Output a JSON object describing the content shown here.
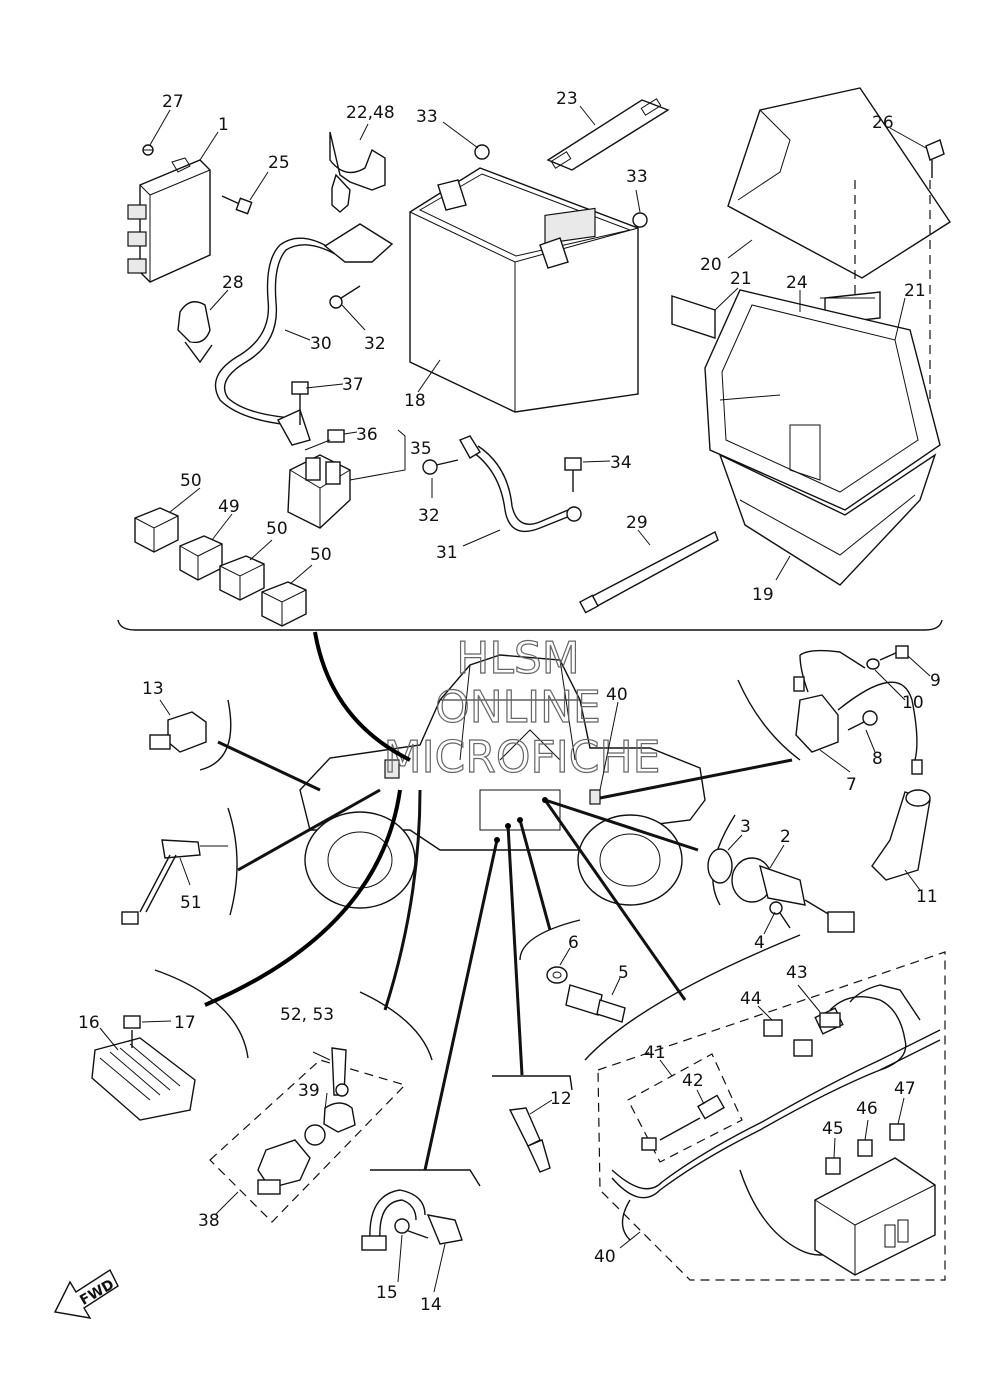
{
  "watermark": [
    "HLSM",
    "ONLINE",
    "MICROFICHE"
  ],
  "fwd_label": "FWD",
  "labels": [
    {
      "id": "1",
      "text": "1"
    },
    {
      "id": "2",
      "text": "2"
    },
    {
      "id": "3",
      "text": "3"
    },
    {
      "id": "4",
      "text": "4"
    },
    {
      "id": "5",
      "text": "5"
    },
    {
      "id": "6",
      "text": "6"
    },
    {
      "id": "7",
      "text": "7"
    },
    {
      "id": "8",
      "text": "8"
    },
    {
      "id": "9",
      "text": "9"
    },
    {
      "id": "10",
      "text": "10"
    },
    {
      "id": "11",
      "text": "11"
    },
    {
      "id": "12",
      "text": "12"
    },
    {
      "id": "13",
      "text": "13"
    },
    {
      "id": "14",
      "text": "14"
    },
    {
      "id": "15",
      "text": "15"
    },
    {
      "id": "16",
      "text": "16"
    },
    {
      "id": "17",
      "text": "17"
    },
    {
      "id": "18",
      "text": "18"
    },
    {
      "id": "19",
      "text": "19"
    },
    {
      "id": "20",
      "text": "20"
    },
    {
      "id": "21a",
      "text": "21"
    },
    {
      "id": "21b",
      "text": "21"
    },
    {
      "id": "22_48",
      "text": "22,48"
    },
    {
      "id": "23",
      "text": "23"
    },
    {
      "id": "24",
      "text": "24"
    },
    {
      "id": "25",
      "text": "25"
    },
    {
      "id": "26",
      "text": "26"
    },
    {
      "id": "27",
      "text": "27"
    },
    {
      "id": "28",
      "text": "28"
    },
    {
      "id": "29",
      "text": "29"
    },
    {
      "id": "30",
      "text": "30"
    },
    {
      "id": "31",
      "text": "31"
    },
    {
      "id": "32a",
      "text": "32"
    },
    {
      "id": "32b",
      "text": "32"
    },
    {
      "id": "33a",
      "text": "33"
    },
    {
      "id": "33b",
      "text": "33"
    },
    {
      "id": "34",
      "text": "34"
    },
    {
      "id": "35",
      "text": "35"
    },
    {
      "id": "36",
      "text": "36"
    },
    {
      "id": "37",
      "text": "37"
    },
    {
      "id": "38",
      "text": "38"
    },
    {
      "id": "39",
      "text": "39"
    },
    {
      "id": "40a",
      "text": "40"
    },
    {
      "id": "40b",
      "text": "40"
    },
    {
      "id": "41",
      "text": "41"
    },
    {
      "id": "42",
      "text": "42"
    },
    {
      "id": "43",
      "text": "43"
    },
    {
      "id": "44",
      "text": "44"
    },
    {
      "id": "45",
      "text": "45"
    },
    {
      "id": "46",
      "text": "46"
    },
    {
      "id": "47",
      "text": "47"
    },
    {
      "id": "49",
      "text": "49"
    },
    {
      "id": "50a",
      "text": "50"
    },
    {
      "id": "50b",
      "text": "50"
    },
    {
      "id": "50c",
      "text": "50"
    },
    {
      "id": "51",
      "text": "51"
    },
    {
      "id": "52_53",
      "text": "52, 53"
    }
  ]
}
